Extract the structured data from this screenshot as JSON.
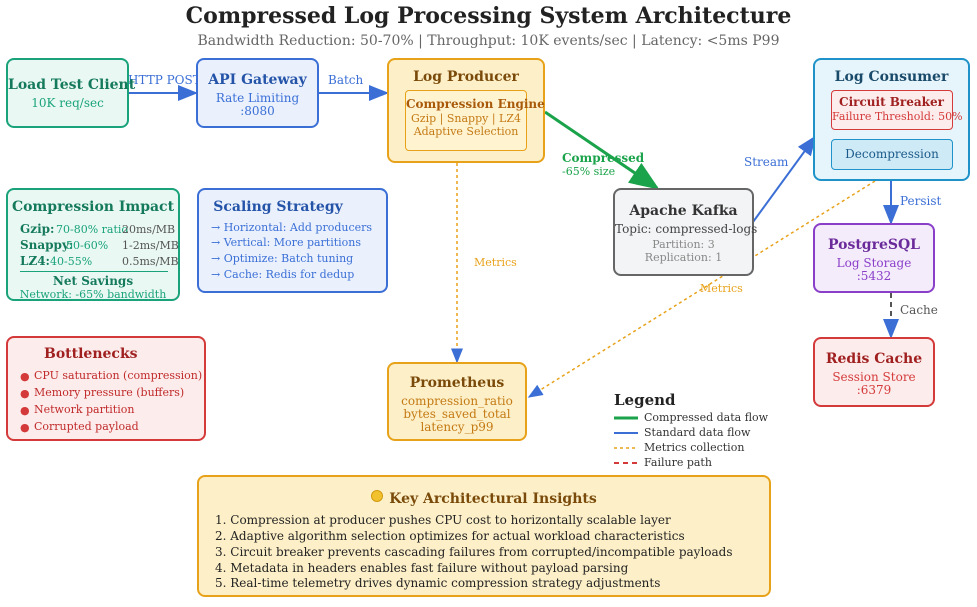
{
  "header": {
    "title": "Compressed Log Processing System Architecture",
    "subtitle": "Bandwidth Reduction: 50-70% | Throughput: 10K events/sec | Latency: <5ms P99"
  },
  "nodes": {
    "client": {
      "title": "Load Test Client",
      "sub": "10K req/sec"
    },
    "gateway": {
      "title": "API Gateway",
      "line1": "Rate Limiting",
      "line2": ":8080"
    },
    "producer": {
      "title": "Log Producer",
      "engine_title": "Compression Engine",
      "engine_line1": "Gzip | Snappy | LZ4",
      "engine_line2": "Adaptive Selection"
    },
    "kafka": {
      "title": "Apache Kafka",
      "topic": "Topic: compressed-logs",
      "partition": "Partition: 3",
      "replication": "Replication: 1"
    },
    "consumer": {
      "title": "Log Consumer",
      "cb_title": "Circuit Breaker",
      "cb_sub": "Failure Threshold: 50%",
      "decomp": "Decompression"
    },
    "postgres": {
      "title": "PostgreSQL",
      "line1": "Log Storage",
      "line2": ":5432"
    },
    "redis": {
      "title": "Redis Cache",
      "line1": "Session Store",
      "line2": ":6379"
    },
    "prometheus": {
      "title": "Prometheus",
      "line1": "compression_ratio",
      "line2": "bytes_saved_total",
      "line3": "latency_p99"
    }
  },
  "edges": {
    "http_post": "HTTP POST",
    "batch": "Batch",
    "compressed": "Compressed",
    "compressed_size": "-65% size",
    "stream": "Stream",
    "persist": "Persist",
    "cache": "Cache",
    "metrics_producer": "Metrics",
    "metrics_consumer": "Metrics"
  },
  "impact": {
    "title": "Compression Impact",
    "rows": [
      {
        "algo": "Gzip:",
        "ratio": "70-80% ratio",
        "time": "20ms/MB"
      },
      {
        "algo": "Snappy:",
        "ratio": "50-60%",
        "time": "1-2ms/MB"
      },
      {
        "algo": "LZ4:",
        "ratio": "40-55%",
        "time": "0.5ms/MB"
      }
    ],
    "net_title": "Net Savings",
    "net_value": "Network: -65% bandwidth"
  },
  "scaling": {
    "title": "Scaling Strategy",
    "items": [
      "→ Horizontal: Add producers",
      "→ Vertical: More partitions",
      "→ Optimize: Batch tuning",
      "→ Cache: Redis for dedup"
    ]
  },
  "bottlenecks": {
    "title": "Bottlenecks",
    "items": [
      "CPU saturation (compression)",
      "Memory pressure (buffers)",
      "Network partition",
      "Corrupted payload"
    ]
  },
  "legend": {
    "title": "Legend",
    "items": [
      "Compressed data flow",
      "Standard data flow",
      "Metrics collection",
      "Failure path"
    ]
  },
  "insights": {
    "icon": "lightbulb-icon",
    "title": "Key Architectural Insights",
    "items": [
      "1. Compression at producer pushes CPU cost to horizontally scalable layer",
      "2. Adaptive algorithm selection optimizes for actual workload characteristics",
      "3. Circuit breaker prevents cascading failures from corrupted/incompatible payloads",
      "4. Metadata in headers enables fast failure without payload parsing",
      "5. Real-time telemetry drives dynamic compression strategy adjustments"
    ]
  },
  "colors": {
    "teal": "#1aa37a",
    "blue": "#3b6fd6",
    "orange": "#e8a21a",
    "gray": "#555555",
    "purple": "#8a3fc9",
    "red": "#d43a3a",
    "cyan": "#1f93c9",
    "green": "#1aa34a"
  }
}
